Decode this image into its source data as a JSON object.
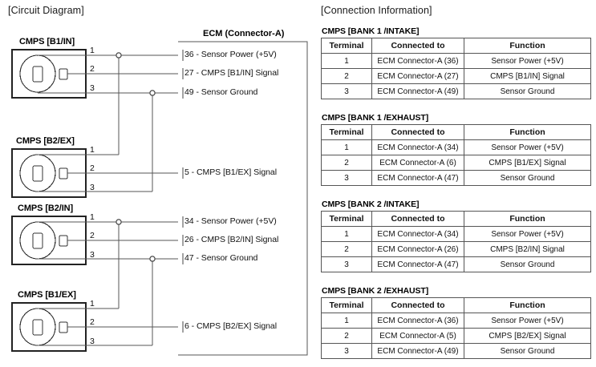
{
  "headings": {
    "circuit": "[Circuit Diagram]",
    "connection": "[Connection Information]"
  },
  "circuit": {
    "ecm_title": "ECM (Connector-A)",
    "sensor_blocks": [
      {
        "label": "CMPS [B1/IN]",
        "pins": [
          "1",
          "2",
          "3"
        ]
      },
      {
        "label": "CMPS [B2/EX]",
        "pins": [
          "1",
          "2",
          "3"
        ]
      },
      {
        "label": "CMPS [B2/IN]",
        "pins": [
          "1",
          "2",
          "3"
        ]
      },
      {
        "label": "CMPS [B1/EX]",
        "pins": [
          "1",
          "2",
          "3"
        ]
      }
    ],
    "ecm_pins": [
      {
        "number": "36",
        "text": "- Sensor Power (+5V)"
      },
      {
        "number": "27",
        "text": "- CMPS [B1/IN] Signal"
      },
      {
        "number": "49",
        "text": "- Sensor Ground"
      },
      {
        "number": "5",
        "text": "- CMPS [B1/EX] Signal"
      },
      {
        "number": "34",
        "text": "- Sensor Power (+5V)"
      },
      {
        "number": "26",
        "text": "- CMPS [B2/IN] Signal"
      },
      {
        "number": "47",
        "text": "- Sensor Ground"
      },
      {
        "number": "6",
        "text": "- CMPS [B2/EX] Signal"
      }
    ]
  },
  "tables": [
    {
      "caption": "CMPS [BANK 1 /INTAKE]",
      "headers": [
        "Terminal",
        "Connected to",
        "Function"
      ],
      "rows": [
        [
          "1",
          "ECM Connector-A (36)",
          "Sensor Power (+5V)"
        ],
        [
          "2",
          "ECM Connector-A (27)",
          "CMPS [B1/IN] Signal"
        ],
        [
          "3",
          "ECM Connector-A (49)",
          "Sensor Ground"
        ]
      ]
    },
    {
      "caption": "CMPS [BANK 1 /EXHAUST]",
      "headers": [
        "Terminal",
        "Connected to",
        "Function"
      ],
      "rows": [
        [
          "1",
          "ECM Connector-A (34)",
          "Sensor Power (+5V)"
        ],
        [
          "2",
          "ECM Connector-A (6)",
          "CMPS [B1/EX] Signal"
        ],
        [
          "3",
          "ECM Connector-A (47)",
          "Sensor Ground"
        ]
      ]
    },
    {
      "caption": "CMPS [BANK 2 /INTAKE]",
      "headers": [
        "Terminal",
        "Connected to",
        "Function"
      ],
      "rows": [
        [
          "1",
          "ECM Connector-A (34)",
          "Sensor Power (+5V)"
        ],
        [
          "2",
          "ECM Connector-A (26)",
          "CMPS [B2/IN] Signal"
        ],
        [
          "3",
          "ECM Connector-A (47)",
          "Sensor Ground"
        ]
      ]
    },
    {
      "caption": "CMPS [BANK 2 /EXHAUST]",
      "headers": [
        "Terminal",
        "Connected to",
        "Function"
      ],
      "rows": [
        [
          "1",
          "ECM Connector-A (36)",
          "Sensor Power (+5V)"
        ],
        [
          "2",
          "ECM Connector-A (5)",
          "CMPS [B2/EX] Signal"
        ],
        [
          "3",
          "ECM Connector-A (49)",
          "Sensor Ground"
        ]
      ]
    }
  ],
  "colors": {
    "line": "#555555",
    "sensor_outline": "#222222",
    "text": "#111111",
    "background": "#ffffff"
  }
}
